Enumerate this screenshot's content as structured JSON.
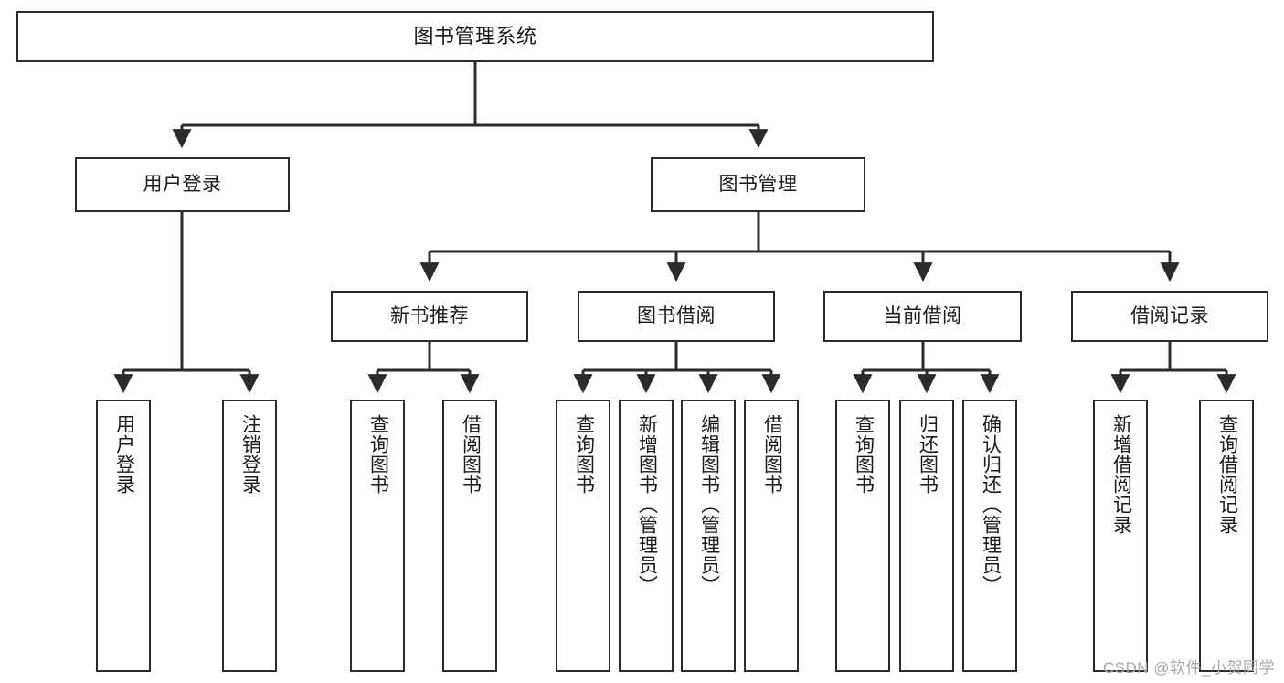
{
  "diagram": {
    "type": "tree-hierarchy",
    "title": "图书管理系统",
    "root": {
      "label": "图书管理系统"
    },
    "level2": [
      {
        "label": "用户登录"
      },
      {
        "label": "图书管理"
      }
    ],
    "level3": [
      {
        "label": "新书推荐"
      },
      {
        "label": "图书借阅"
      },
      {
        "label": "当前借阅"
      },
      {
        "label": "借阅记录"
      }
    ],
    "leaves": {
      "user_login": [
        {
          "label": "用户登录"
        },
        {
          "label": "注销登录"
        }
      ],
      "new_book_recommend": [
        {
          "label": "查询图书"
        },
        {
          "label": "借阅图书"
        }
      ],
      "book_borrow": [
        {
          "label": "查询图书"
        },
        {
          "label": "新增图书（管理员）"
        },
        {
          "label": "编辑图书（管理员）"
        },
        {
          "label": "借阅图书"
        }
      ],
      "current_borrow": [
        {
          "label": "查询图书"
        },
        {
          "label": "归还图书"
        },
        {
          "label": "确认归还（管理员）"
        }
      ],
      "borrow_record": [
        {
          "label": "新增借阅记录"
        },
        {
          "label": "查询借阅记录"
        }
      ]
    }
  },
  "watermark": {
    "text": "CSDN @软件_小贺同学"
  },
  "colors": {
    "border": "#2b2b2b",
    "text": "#1a1a1a",
    "background": "#ffffff",
    "watermark": "#a8a8a8"
  }
}
